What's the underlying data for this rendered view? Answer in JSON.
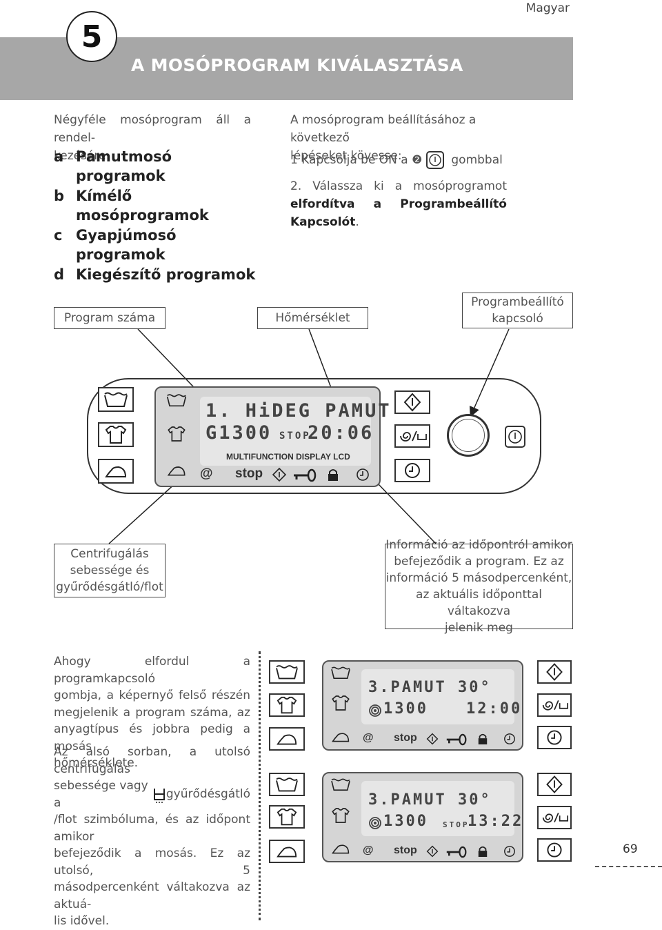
{
  "header": {
    "language": "Magyar",
    "chapter_number": "5",
    "title": "A MOSÓPROGRAM KIVÁLASZTÁSA"
  },
  "intro": {
    "lines": [
      "Négyféle mosóprogram áll a rendel-",
      "kezésére:"
    ],
    "programs": [
      {
        "letter": "a",
        "lines": [
          "Pamutmosó",
          "programok"
        ]
      },
      {
        "letter": "b",
        "lines": [
          "Kímélő",
          "mosóprogramok"
        ]
      },
      {
        "letter": "c",
        "lines": [
          "Gyapjúmosó",
          "programok"
        ]
      },
      {
        "letter": "d",
        "lines": [
          "Kiegészítő programok"
        ]
      }
    ]
  },
  "steps": {
    "lead": [
      "A mosóprogram beállításához a következő",
      "lépéseket kövesse:"
    ],
    "step1_pre": "1  Kapcsolja be ON a ❷",
    "step1_post": "gombbal",
    "step2_line1": "2. Válassza ki a mosóprogramot",
    "step2_line2": "elfordítva a Programbeállító",
    "step2_line3_bold": "Kapcsolót",
    "step2_line3_end": "."
  },
  "labels": {
    "program_number": "Program száma",
    "temperature": "Hőmérséklet",
    "selector": [
      "Programbeállító",
      "kapcsoló"
    ],
    "spin": [
      "Centrifugálás",
      "sebessége és",
      "gyűrődésgátló/flot"
    ],
    "info": [
      "Információ az időpontról amikor",
      "befejeződik a program. Ez az",
      "információ 5 másodpercenként,",
      "az aktuális időponttal váltakozva",
      "jelenik meg"
    ]
  },
  "display_main": {
    "line1": "1. HiDEG PAMUT",
    "spin": "G1300",
    "stop_label": "STOP",
    "time": "20:06",
    "caption": "MULTIFUNCTION DISPLAY LCD",
    "stop_text": "stop",
    "at_symbol": "@"
  },
  "display_small_1": {
    "line1": "3.PAMUT 30°",
    "spin": "1300",
    "time": "12:00",
    "stop_text": "stop",
    "at_symbol": "@"
  },
  "display_small_2": {
    "line1": "3.PAMUT 30°",
    "spin": "1300",
    "stop_label": "STOP",
    "time": "13:22",
    "stop_text": "stop",
    "at_symbol": "@"
  },
  "body_text": {
    "para1": [
      "Ahogy elfordul a programkapcsoló",
      "gombja, a képernyő felső részén",
      "megjelenik a program száma, az",
      "anyagtípus és jobbra pedig a mosás",
      "hőmérséklete."
    ],
    "para2_line1": "Az alsó sorban, a utolsó centrifugálás",
    "para2_line2_a": "sebessége vagy a",
    "para2_line2_b": "gyűrődésgátló",
    "para2_rest": [
      "/flot szimbóluma, és az időpont amikor",
      "befejeződik a mosás. Ez az utolsó, 5",
      "másodpercenként váltakozva az aktuá-",
      "lis idővel."
    ]
  },
  "footer": {
    "page": "69"
  },
  "icons": [
    "wash-basin-icon",
    "shirt-icon",
    "iron-icon",
    "start-pause-icon",
    "spin-crease-icon",
    "power-icon",
    "clock-icon",
    "key-icon",
    "lock-icon"
  ]
}
